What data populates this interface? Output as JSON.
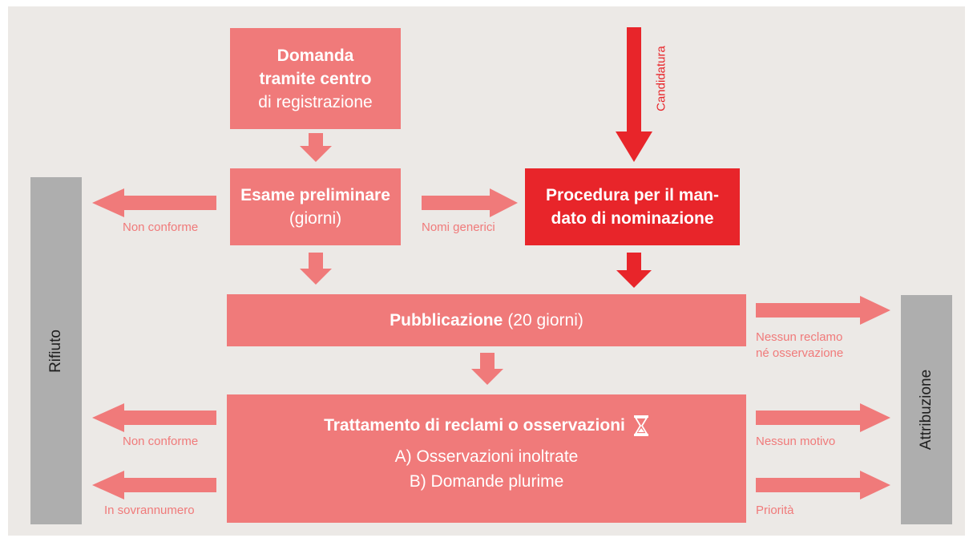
{
  "boxes": {
    "domanda": {
      "line1": "Domanda",
      "line2": "tramite centro",
      "line3": "di registrazione"
    },
    "esame": {
      "title": "Esame preliminare",
      "sub": "(giorni)"
    },
    "procedura": {
      "line1": "Procedura per il man-",
      "line2": "dato di nominazione"
    },
    "pubblicazione": {
      "title": "Pubblicazione",
      "sub": "(20 giorni)"
    },
    "trattamento": {
      "title": "Trattamento di reclami o osservazioni",
      "item_a": "A) Osservazioni inoltrate",
      "item_b": "B) Domande plurime"
    }
  },
  "bars": {
    "left": "Rifiuto",
    "right": "Attribuzione"
  },
  "labels": {
    "candidatura": "Candidatura",
    "non_conforme_1": "Non conforme",
    "nomi_generici": "Nomi generici",
    "nessun_reclamo_1": "Nessun reclamo",
    "nessun_reclamo_2": "né osservazione",
    "non_conforme_2": "Non conforme",
    "in_sovrannumero": "In sovrannumero",
    "nessun_motivo": "Nessun motivo",
    "priorita": "Priorità"
  },
  "icons": {
    "hourglass": "hourglass-icon"
  },
  "colors": {
    "box": "#f07a7a",
    "box_strong": "#e8252a",
    "bar": "#aeaeae",
    "background": "#ece9e6"
  }
}
